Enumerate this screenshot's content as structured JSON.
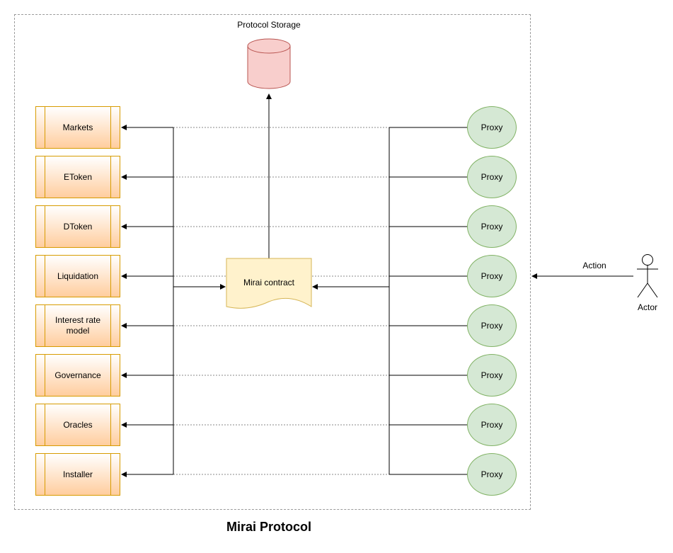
{
  "diagram": {
    "title": "Mirai Protocol",
    "storage_label": "Protocol Storage",
    "contract_label": "Mirai contract",
    "action_label": "Action",
    "actor_label": "Actor",
    "modules": [
      {
        "label": "Markets"
      },
      {
        "label": "EToken"
      },
      {
        "label": "DToken"
      },
      {
        "label": "Liquidation"
      },
      {
        "label": "Interest rate model"
      },
      {
        "label": "Governance"
      },
      {
        "label": "Oracles"
      },
      {
        "label": "Installer"
      }
    ],
    "proxies": [
      {
        "label": "Proxy"
      },
      {
        "label": "Proxy"
      },
      {
        "label": "Proxy"
      },
      {
        "label": "Proxy"
      },
      {
        "label": "Proxy"
      },
      {
        "label": "Proxy"
      },
      {
        "label": "Proxy"
      },
      {
        "label": "Proxy"
      }
    ],
    "colors": {
      "module_border": "#d79b00",
      "module_fill": "#ffcd9e",
      "proxy_border": "#82b366",
      "proxy_fill": "#d5e8d4",
      "storage_border": "#b85450",
      "storage_fill": "#f8cecc",
      "contract_border": "#d6b656",
      "contract_fill": "#fff2cc"
    }
  }
}
